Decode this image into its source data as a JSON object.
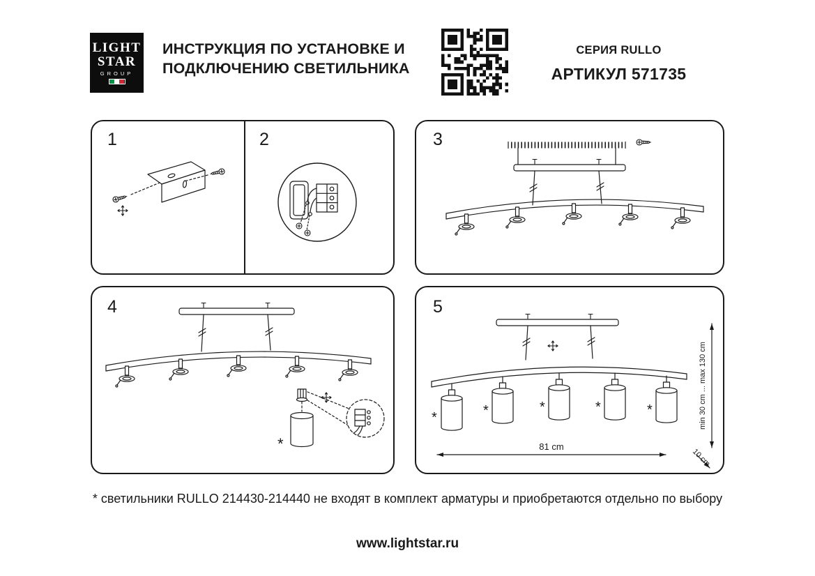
{
  "header": {
    "logo_line1": "LIGHT",
    "logo_line2": "STAR",
    "logo_line3": "GROUP",
    "title_line1": "ИНСТРУКЦИЯ ПО УСТАНОВКЕ И",
    "title_line2": "ПОДКЛЮЧЕНИЮ СВЕТИЛЬНИКА",
    "series_label": "СЕРИЯ RULLO",
    "article_label": "АРТИКУЛ 571735"
  },
  "steps": {
    "s1": "1",
    "s2": "2",
    "s3": "3",
    "s4": "4",
    "s5": "5"
  },
  "marker": "*",
  "dimensions": {
    "width": "81 cm",
    "height_range": "min 30 cm ... max 130 cm",
    "ceiling_offset": "10 cm"
  },
  "footnote": "* светильники RULLO 214430-214440 не входят в комплект арматуры и приобретаются отдельно по выбору",
  "footer_url": "www.lightstar.ru",
  "colors": {
    "ink": "#1a1a1a",
    "flag_green": "#009246",
    "flag_white": "#ffffff",
    "flag_red": "#ce2b37"
  }
}
